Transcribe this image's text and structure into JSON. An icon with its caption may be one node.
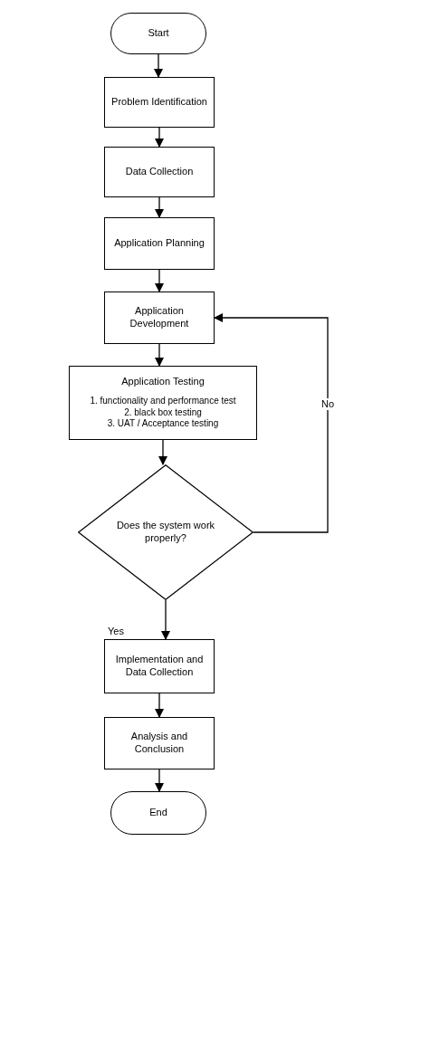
{
  "diagram": {
    "nodes": [
      {
        "text": [
          "Start"
        ]
      },
      {
        "text": [
          "Problem Identification"
        ]
      },
      {
        "text": [
          "Data Collection"
        ]
      },
      {
        "text": [
          "Application Planning"
        ]
      },
      {
        "text": [
          "Application Development"
        ]
      },
      {
        "text": [
          "Application Testing",
          "1. functionality and performance test",
          "2. black box testing",
          "3. UAT / Acceptance testing"
        ]
      },
      {
        "text": [
          "Does the system work properly?"
        ]
      },
      {
        "text": [
          "Implementation and Data Collection"
        ]
      },
      {
        "text": [
          "Analysis and Conclusion"
        ]
      },
      {
        "text": [
          "End"
        ]
      }
    ],
    "edges": [
      {
        "from": 0,
        "to": 1,
        "arrow": "to"
      },
      {
        "from": 1,
        "to": 2,
        "arrow": "to"
      },
      {
        "from": 2,
        "to": 3,
        "arrow": "to"
      },
      {
        "from": 3,
        "to": 4,
        "arrow": "to"
      },
      {
        "from": 4,
        "to": 5,
        "arrow": "to"
      },
      {
        "from": 5,
        "to": 6,
        "arrow": "to"
      },
      {
        "from": 6,
        "to": 7,
        "label": "Yes",
        "arrow": "to"
      },
      {
        "from": 6,
        "to": 4,
        "label": "No",
        "arrow": "to"
      },
      {
        "from": 7,
        "to": 8,
        "arrow": "to"
      },
      {
        "from": 8,
        "to": 9,
        "arrow": "to"
      }
    ]
  }
}
